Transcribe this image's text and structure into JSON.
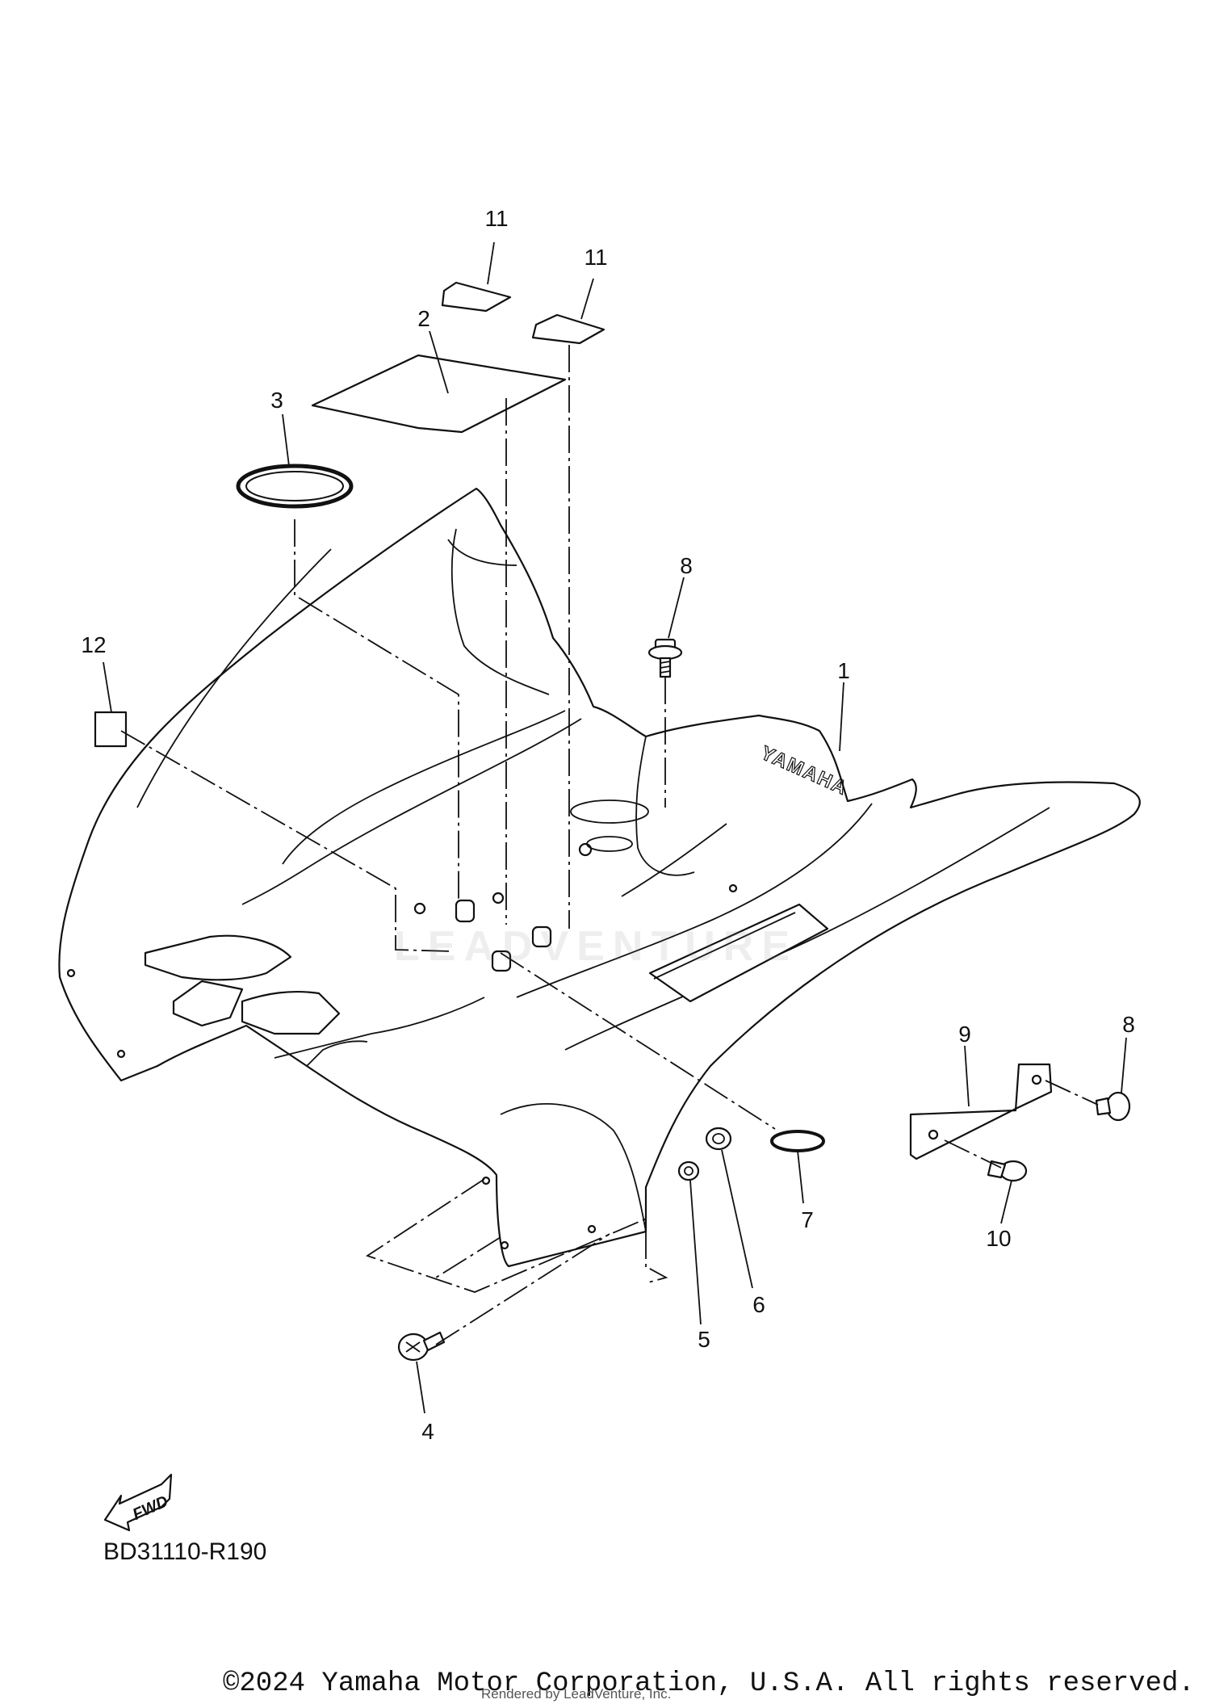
{
  "diagram": {
    "callouts": [
      "1",
      "2",
      "3",
      "4",
      "5",
      "6",
      "7",
      "8",
      "8",
      "9",
      "10",
      "11",
      "11",
      "12"
    ],
    "brand_mark": "YAMAHA",
    "fwd_arrow_label": "FWD",
    "diagram_code": "BD31110-R190"
  },
  "watermark": {
    "text": "LEADVENTURE"
  },
  "footer": {
    "copyright": "©2024 Yamaha Motor Corporation, U.S.A. All rights reserved.",
    "rendered_by": "Rendered by LeadVenture, Inc."
  }
}
